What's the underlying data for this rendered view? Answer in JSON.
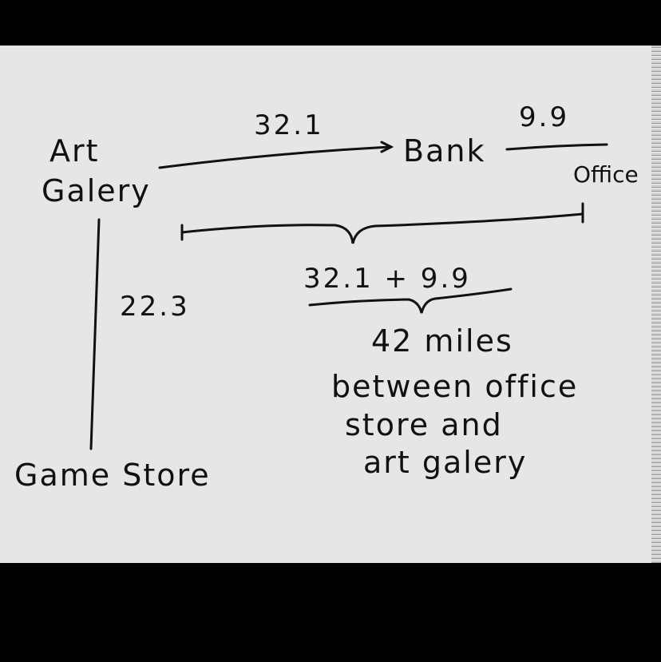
{
  "nodes": {
    "art_gallery_line1": "Art",
    "art_gallery_line2": "Galery",
    "bank": "Bank",
    "office": "Office",
    "game_store": "Game Store"
  },
  "distances": {
    "art_to_bank": "32.1",
    "bank_to_office": "9.9",
    "art_to_game_store": "22.3"
  },
  "calculation": {
    "expression": "32.1 + 9.9",
    "result": "42 miles",
    "note_line1": "between office",
    "note_line2": "store and",
    "note_line3": "art galery"
  }
}
